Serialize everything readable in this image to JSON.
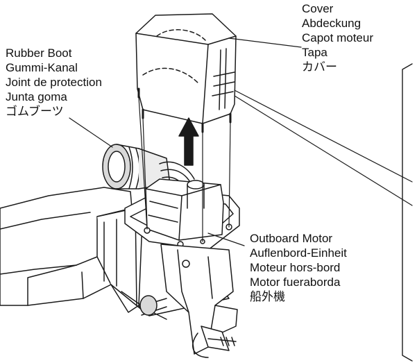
{
  "labels": {
    "cover": [
      "Cover",
      "Abdeckung",
      "Capot moteur",
      "Tapa",
      "カバー"
    ],
    "rubber_boot": [
      "Rubber Boot",
      "Gummi-Kanal",
      "Joint de protection",
      "Junta goma",
      "ゴムブーツ"
    ],
    "outboard_motor": [
      "Outboard Motor",
      "Auflenbord-Einheit",
      "Moteur hors-bord",
      "Motor fueraborda",
      "船外機"
    ]
  },
  "colors": {
    "line": "#1a1a1a",
    "fill_light": "#ffffff",
    "fill_shade": "#d9d9d9"
  }
}
